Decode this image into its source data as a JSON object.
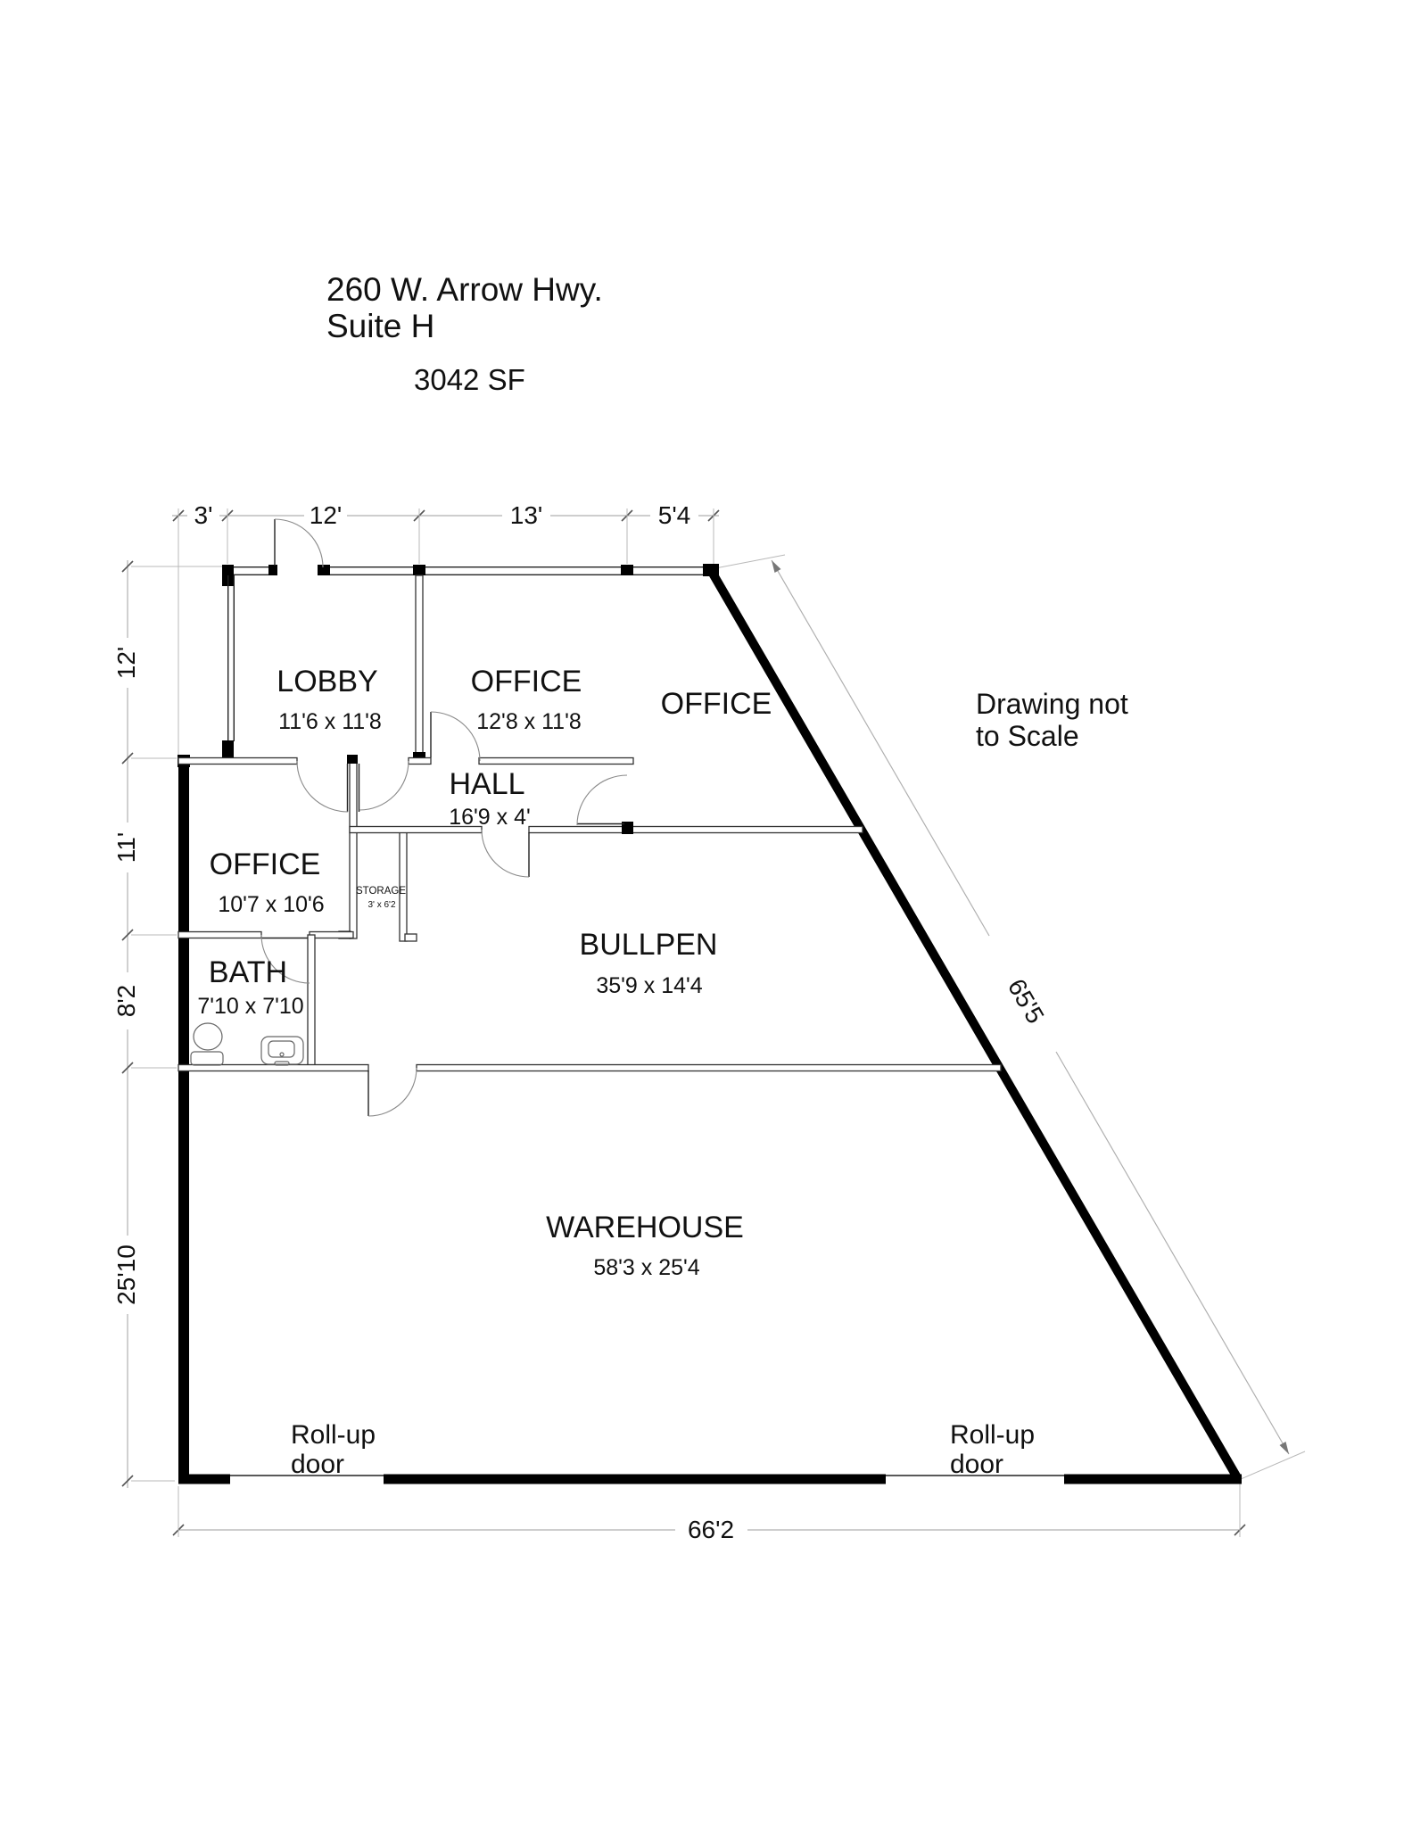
{
  "title": {
    "address": "260 W. Arrow Hwy.",
    "suite": "Suite H",
    "area": "3042 SF"
  },
  "note": {
    "line1": "Drawing not",
    "line2": "to Scale"
  },
  "rooms": {
    "lobby": {
      "name": "LOBBY",
      "dims": "11'6 x 11'8"
    },
    "office_center": {
      "name": "OFFICE",
      "dims": "12'8 x 11'8"
    },
    "office_right": {
      "name": "OFFICE"
    },
    "office_left": {
      "name": "OFFICE",
      "dims": "10'7 x 10'6"
    },
    "hall": {
      "name": "HALL",
      "dims": "16'9 x 4'"
    },
    "storage": {
      "name": "STORAGE",
      "dims": "3' x 6'2"
    },
    "bath": {
      "name": "BATH",
      "dims": "7'10 x 7'10"
    },
    "bullpen": {
      "name": "BULLPEN",
      "dims": "35'9 x 14'4"
    },
    "warehouse": {
      "name": "WAREHOUSE",
      "dims": "58'3 x 25'4"
    }
  },
  "dimensions": {
    "top": {
      "d1": "3'",
      "d2": "12'",
      "d3": "13'",
      "d4": "5'4"
    },
    "left": {
      "d1": "12'",
      "d2": "11'",
      "d3": "8'2",
      "d4": "25'10"
    },
    "diagonal": "65'5",
    "bottom": "66'2"
  },
  "doors": {
    "rollup_left": {
      "line1": "Roll-up",
      "line2": "door"
    },
    "rollup_right": {
      "line1": "Roll-up",
      "line2": "door"
    }
  }
}
